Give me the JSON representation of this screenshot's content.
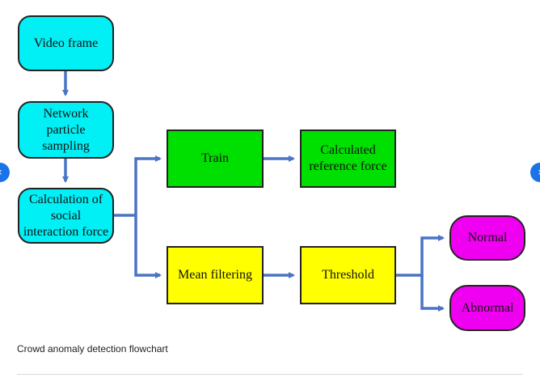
{
  "diagram": {
    "nodes": {
      "video_frame": "Video frame",
      "network_particle_sampling": [
        "Network",
        "particle",
        "sampling"
      ],
      "social_interaction_force": [
        "Calculation of",
        "social",
        "interaction force"
      ],
      "train": "Train",
      "reference_force": [
        "Calculated",
        "reference force"
      ],
      "mean_filtering": "Mean filtering",
      "threshold": "Threshold",
      "normal": "Normal",
      "abnormal": "Abnormal"
    },
    "colors": {
      "cyan": "#00f0f5",
      "green": "#00e000",
      "yellow": "#ffff00",
      "magenta": "#f000f0",
      "arrow": "#4a74c4"
    }
  },
  "caption": "Crowd anomaly detection flowchart",
  "nav": {
    "prev_icon": "chevron-left-icon",
    "next_icon": "chevron-right-icon",
    "prev_glyph": "‹",
    "next_glyph": "›"
  }
}
